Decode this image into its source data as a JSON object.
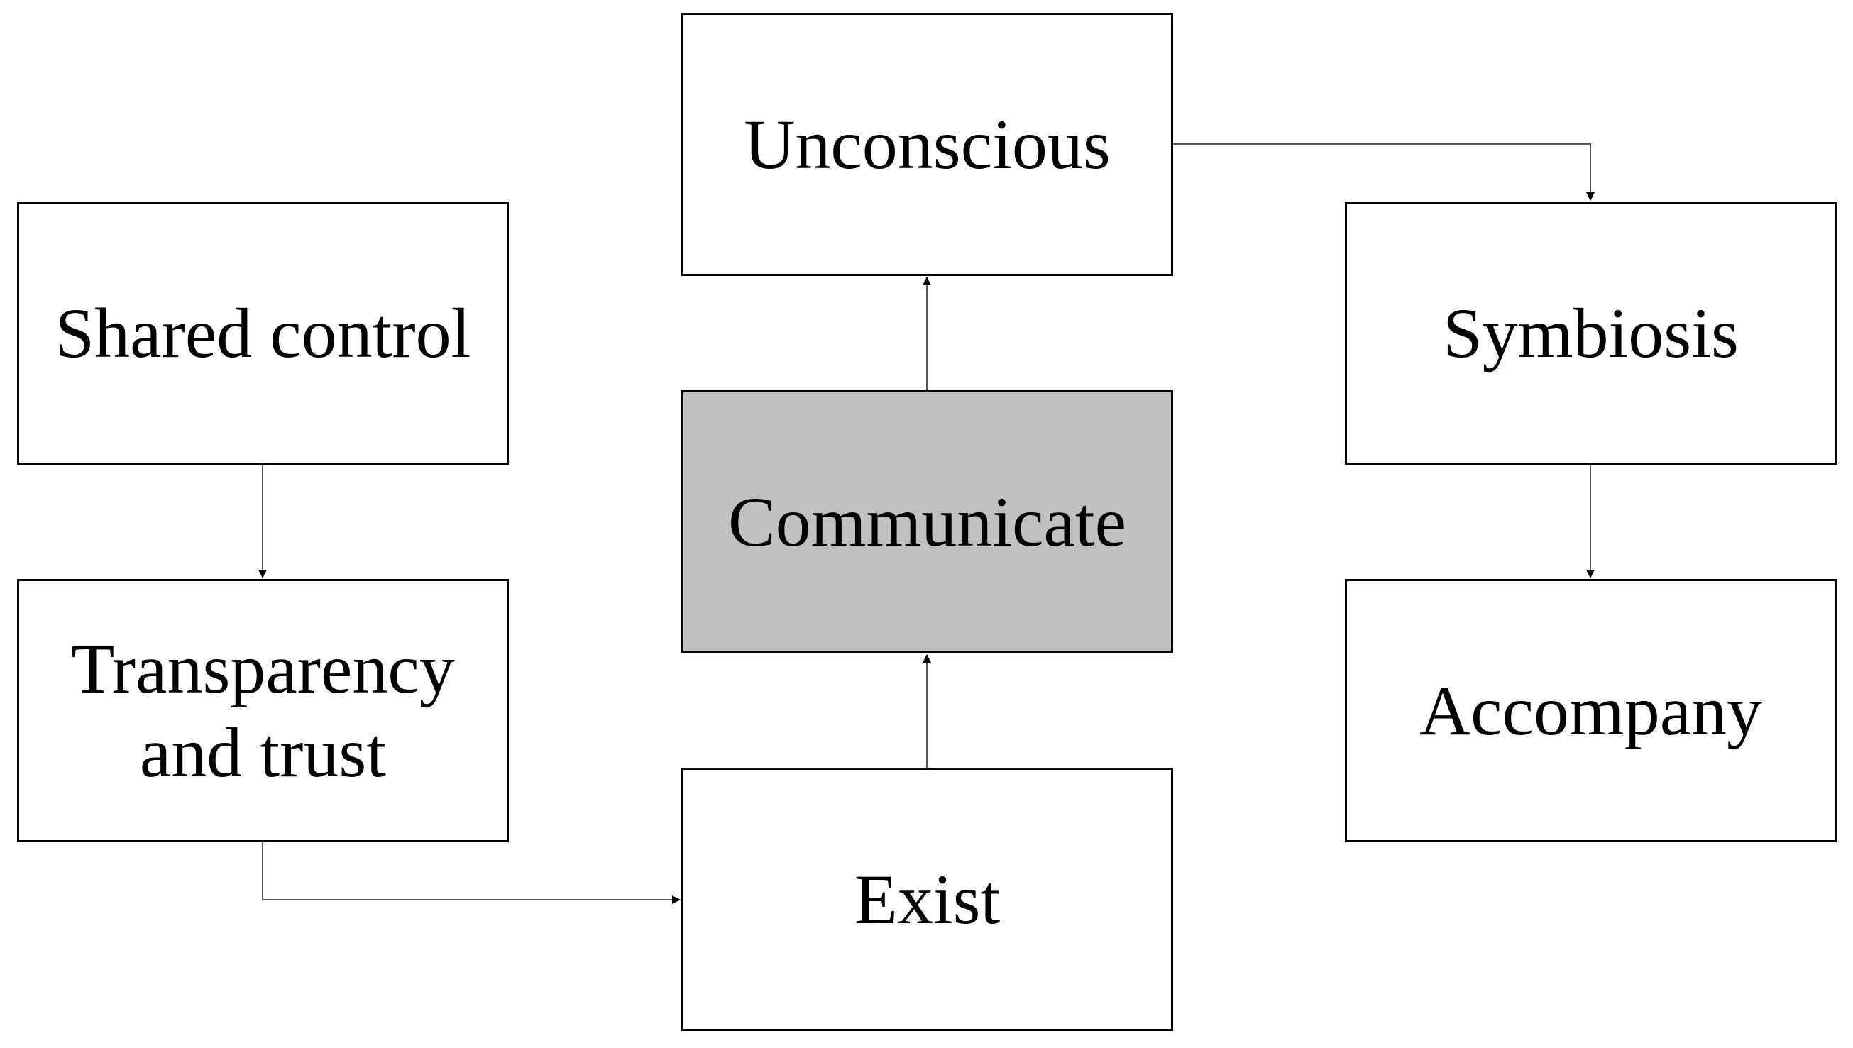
{
  "diagram": {
    "nodes": {
      "unconscious": {
        "label": "Unconscious"
      },
      "shared_control": {
        "label": "Shared control"
      },
      "symbiosis": {
        "label": "Symbiosis"
      },
      "communicate": {
        "label": "Communicate"
      },
      "transparency": {
        "line1": "Transparency",
        "line2": "and trust"
      },
      "accompany": {
        "label": "Accompany"
      },
      "exist": {
        "label": "Exist"
      }
    },
    "edges": [
      {
        "from": "shared_control",
        "to": "transparency"
      },
      {
        "from": "transparency",
        "to": "exist"
      },
      {
        "from": "exist",
        "to": "communicate"
      },
      {
        "from": "communicate",
        "to": "unconscious"
      },
      {
        "from": "unconscious",
        "to": "symbiosis"
      },
      {
        "from": "symbiosis",
        "to": "accompany"
      }
    ],
    "colors": {
      "highlight_fill": "#c0c0c0",
      "border": "#000000",
      "connector": "#555555"
    }
  }
}
